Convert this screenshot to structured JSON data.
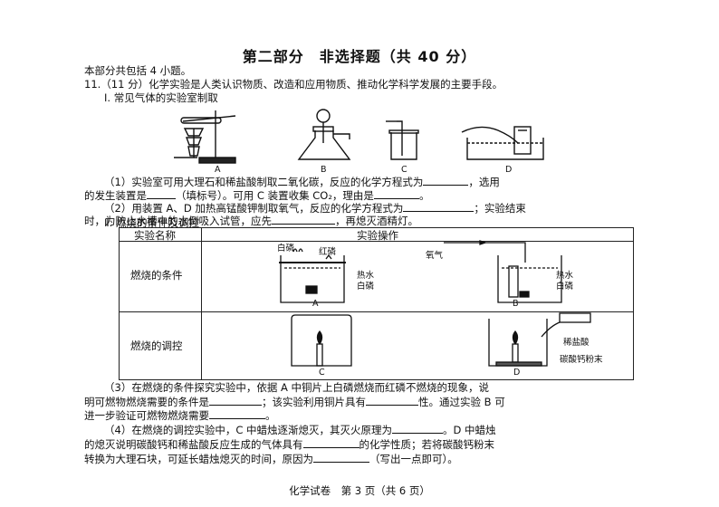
{
  "section_title": "第二部分　非选择题（共 40 分）",
  "intro": "本部分共包括 4 小题。",
  "q11_header": "11.（11 分）化学实验是人类认识物质、改造和应用物质、推动化学科学发展的主要手段。",
  "part1_title": "Ⅰ. 常见气体的实验室制取",
  "apparatus_labels": [
    "A",
    "B",
    "C",
    "D"
  ],
  "q1_line1": "（1）实验室可用大理石和稀盐酸制取二氧化碳，反应的化学方程式为",
  "q1_line1_end": "，选用",
  "q1_line2a": "的发生装置是",
  "q1_line2b": "（填标号）。可用 C 装置收集 CO₂，理由是",
  "q1_line2c": "。",
  "q2_line1a": "（2）用装置 A、D 加热高锰酸钾制取氧气，反应的化学方程式为",
  "q2_line1b": "；实验结束",
  "q2_line2a": "时，为防止水槽中的水倒吸入试管，应先",
  "q2_line2b": "，再熄灭酒精灯。",
  "part2_title": "Ⅱ. 燃烧的条件及调控",
  "table": {
    "header_name": "实验名称",
    "header_op": "实验操作",
    "row1_name": "燃烧的条件",
    "row2_name": "燃烧的调控"
  },
  "fig_labels": {
    "white_p": "白磷",
    "red_p": "红磷",
    "oxygen": "氧气",
    "hot_water": "热水",
    "white_p2": "白磷",
    "hot_water_b": "热水",
    "white_p_b": "白磷",
    "dilute_hcl": "稀盐酸",
    "caco3": "碳酸钙粉末",
    "A": "A",
    "B": "B",
    "C": "C",
    "D": "D"
  },
  "q3_line1": "（3）在燃烧的条件探究实验中，依据 A 中铜片上白磷燃烧而红磷不燃烧的现象，说",
  "q3_line2a": "明可燃物燃烧需要的条件是",
  "q3_line2b": "；该实验利用铜片具有",
  "q3_line2c": "性。通过实验 B 可",
  "q3_line3a": "进一步验证可燃物燃烧需要",
  "q3_line3b": "。",
  "q4_line1a": "（4）在燃烧的调控实验中，C 中蜡烛逐渐熄灭，其灭火原理为",
  "q4_line1b": "。D 中蜡烛",
  "q4_line2a": "的熄灭说明碳酸钙和稀盐酸反应生成的气体具有",
  "q4_line2b": "的化学性质；若将碳酸钙粉末",
  "q4_line3a": "转换为大理石块，可延长蜡烛熄灭的时间，原因为",
  "q4_line3b": "（写出一点即可）。",
  "footer": "化学试卷　第 3 页（共 6 页）"
}
